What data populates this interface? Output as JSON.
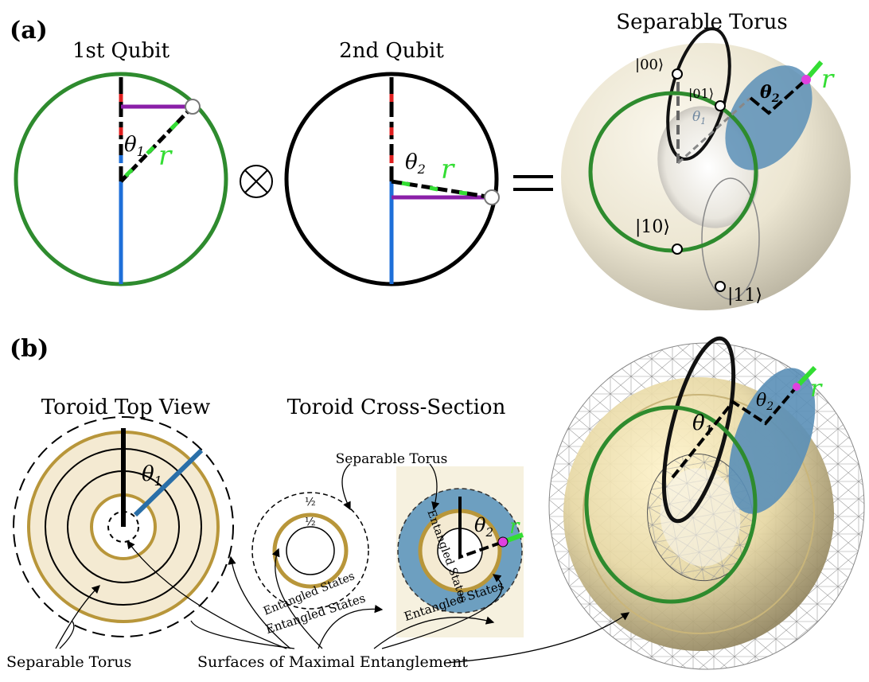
{
  "panels": {
    "a": {
      "label": "(a)"
    },
    "b": {
      "label": "(b)"
    }
  },
  "qubit1": {
    "title": "1st Qubit",
    "theta": "θ",
    "theta_sub": "1",
    "r": "r"
  },
  "qubit2": {
    "title": "2nd Qubit",
    "theta": "θ",
    "theta_sub": "2",
    "r": "r"
  },
  "operators": {
    "tensor": "⊗",
    "equals": "="
  },
  "torus": {
    "title": "Separable Torus",
    "states": {
      "s00": "|00⟩",
      "s01": "|01⟩",
      "s10": "|10⟩",
      "s11": "|11⟩"
    },
    "theta1": "θ",
    "theta1_sub": "1",
    "theta2": "θ",
    "theta2_sub": "2",
    "r": "r"
  },
  "top_view": {
    "title": "Toroid Top View",
    "theta": "θ",
    "theta_sub": "1"
  },
  "cross_section": {
    "title": "Toroid Cross-Section",
    "separable_label": "Separable Torus",
    "half_a": "½",
    "half_b": "½",
    "entangled_inner": "Entangled States",
    "entangled_outer": "Entangled States",
    "right_inner": "Entangled States",
    "right_outer": "Entangled States",
    "theta": "θ",
    "theta_sub": "2",
    "r": "r"
  },
  "mesh": {
    "theta1": "θ",
    "theta1_sub": "1",
    "theta2": "θ",
    "theta2_sub": "2",
    "r": "r"
  },
  "footer": {
    "separable": "Separable Torus",
    "surfaces": "Surfaces of Maximal Entanglement"
  },
  "colors": {
    "green": "#2e8b2e",
    "bright_green": "#33dd33",
    "blue": "#1e6fd9",
    "purple": "#8a1fa8",
    "red": "#e02020",
    "gold": "#b8963a",
    "cream": "#f4ead2",
    "steel_blue": "#6d9fc0",
    "magenta": "#e040e0"
  }
}
